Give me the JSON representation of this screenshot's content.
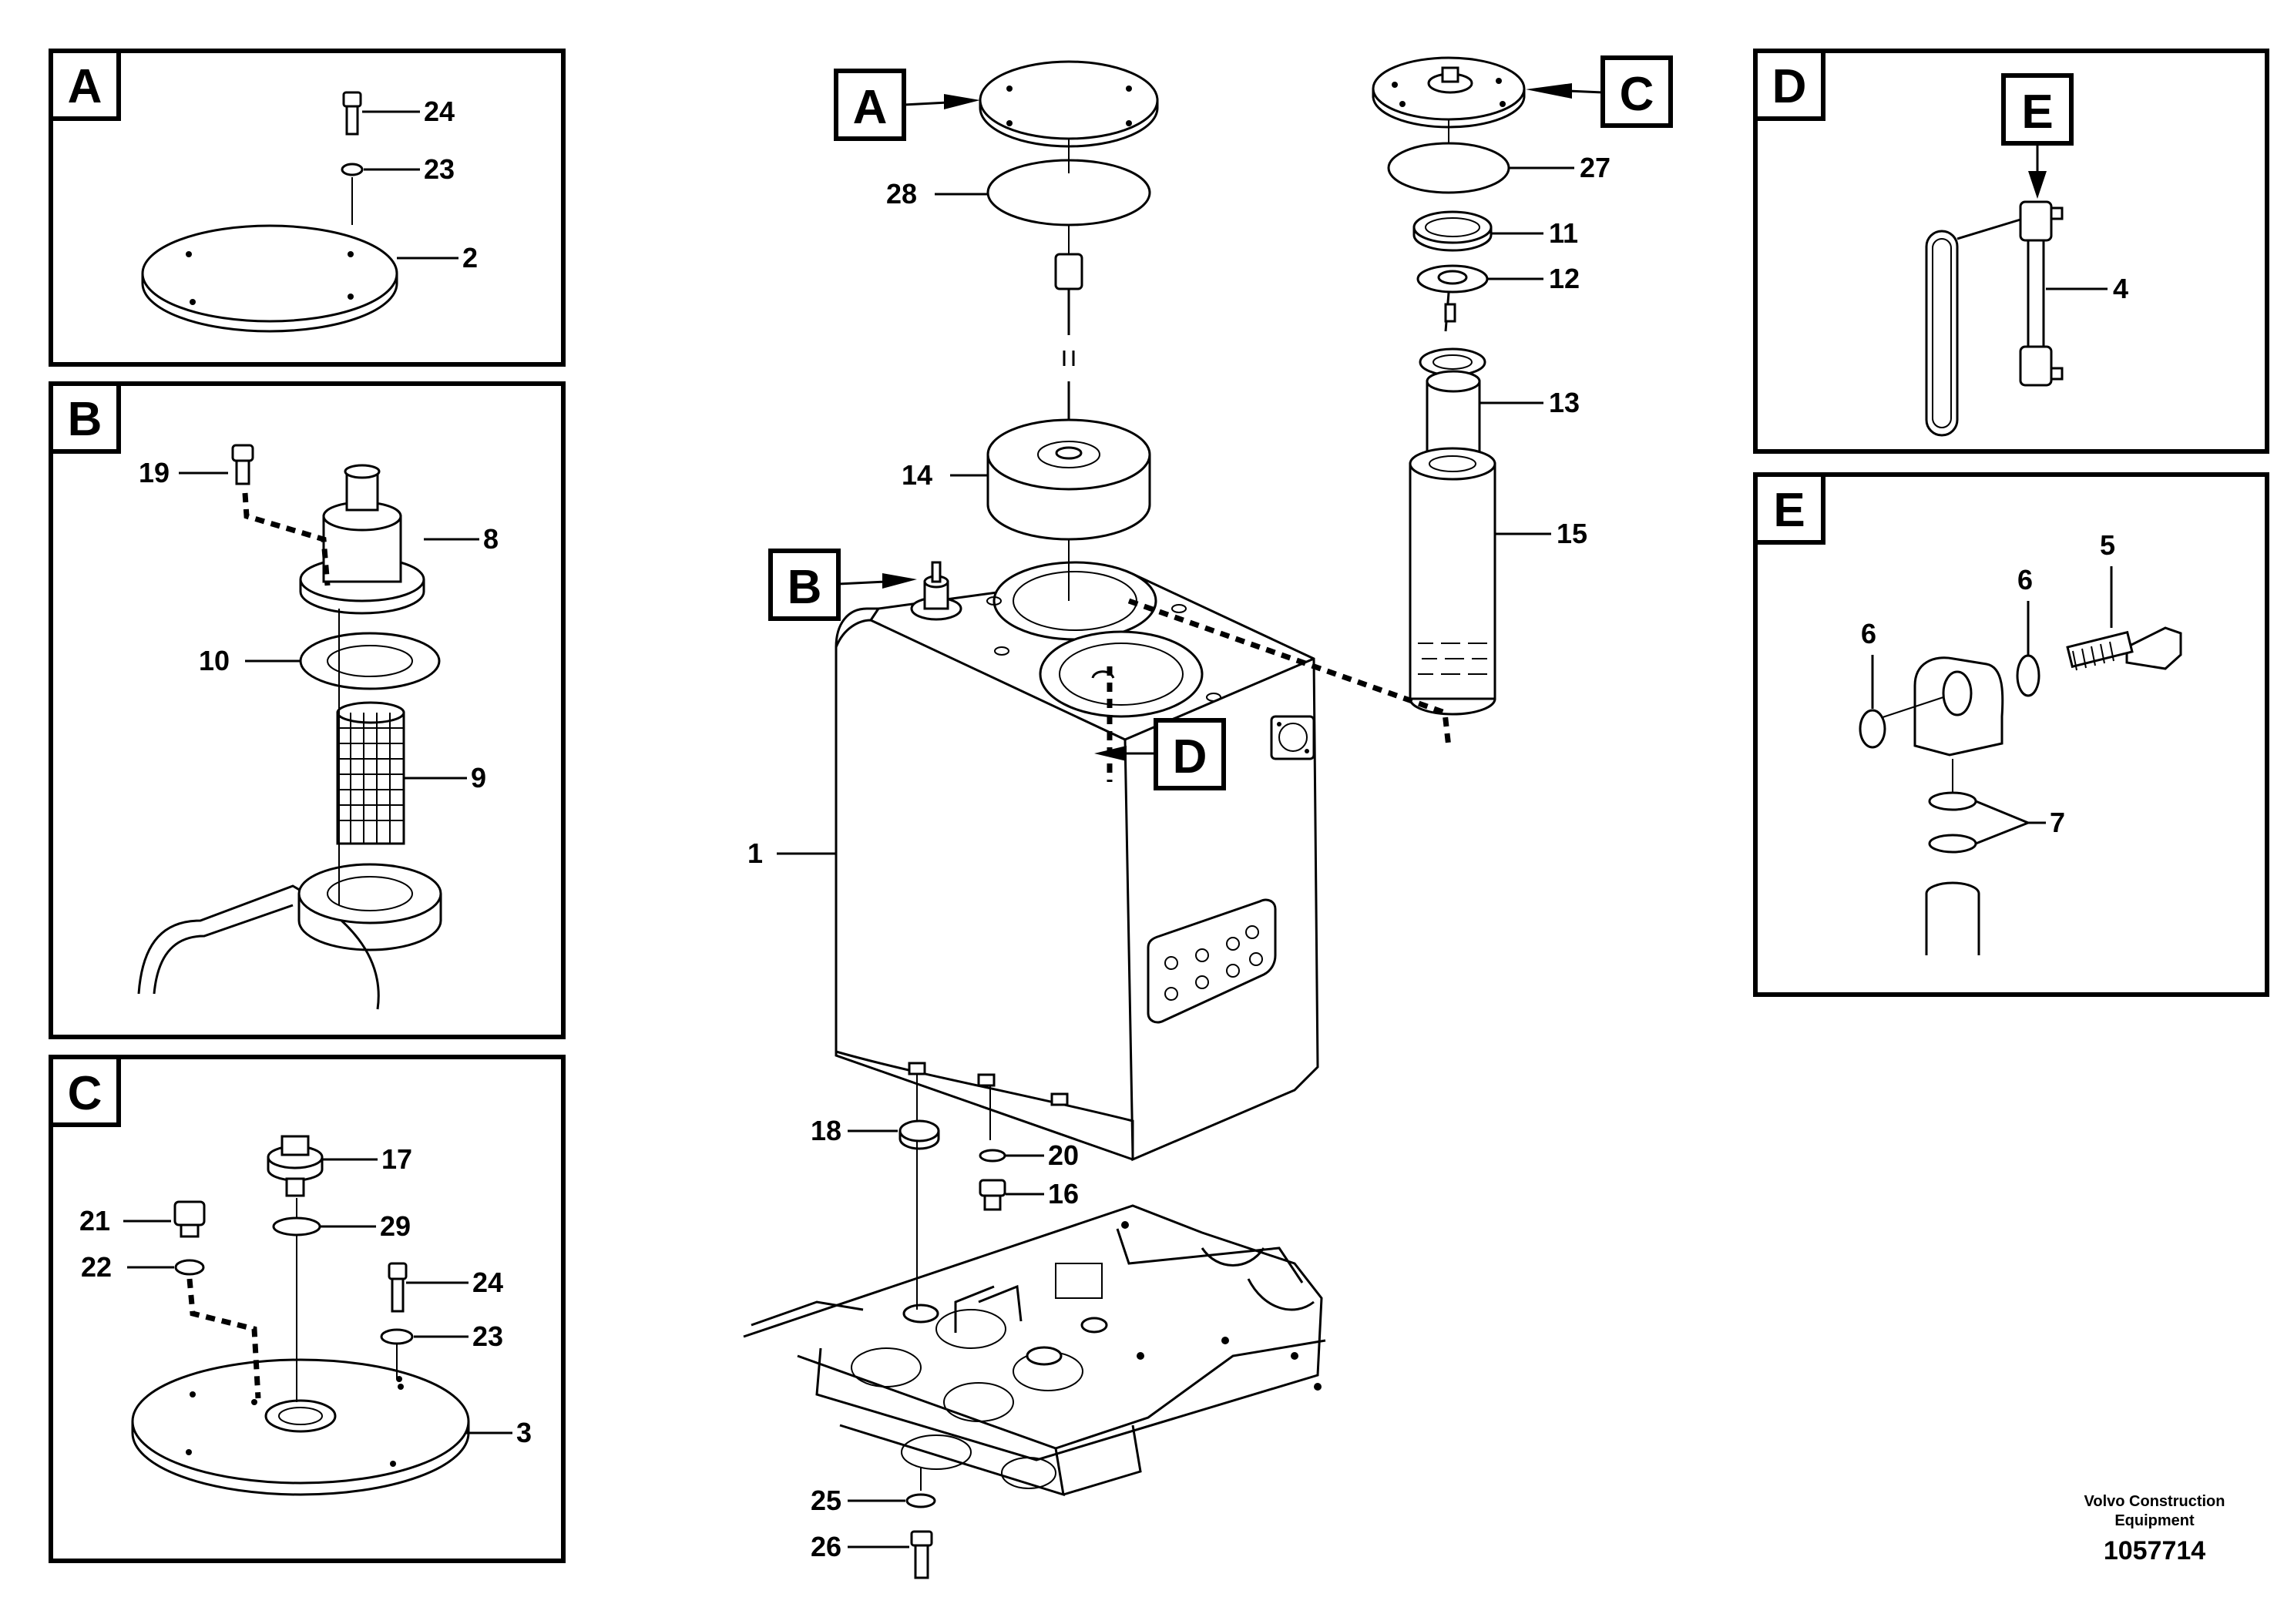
{
  "detail_panels": {
    "A": {
      "label": "A",
      "callouts": [
        "24",
        "23",
        "2"
      ]
    },
    "B": {
      "label": "B",
      "callouts": [
        "19",
        "8",
        "10",
        "9"
      ]
    },
    "C": {
      "label": "C",
      "callouts": [
        "17",
        "21",
        "29",
        "22",
        "24",
        "23",
        "3"
      ]
    },
    "D": {
      "label": "D",
      "callouts": [
        "4"
      ],
      "inset_label": "E"
    },
    "E": {
      "label": "E",
      "callouts": [
        "5",
        "6",
        "6",
        "7"
      ]
    }
  },
  "main_view": {
    "tags": [
      "A",
      "B",
      "C",
      "D"
    ],
    "callouts": [
      "28",
      "14",
      "27",
      "11",
      "12",
      "13",
      "15",
      "1",
      "18",
      "20",
      "16",
      "25",
      "26"
    ]
  },
  "footer": {
    "credit_line1": "Volvo Construction",
    "credit_line2": "Equipment",
    "document_number": "1057714"
  }
}
